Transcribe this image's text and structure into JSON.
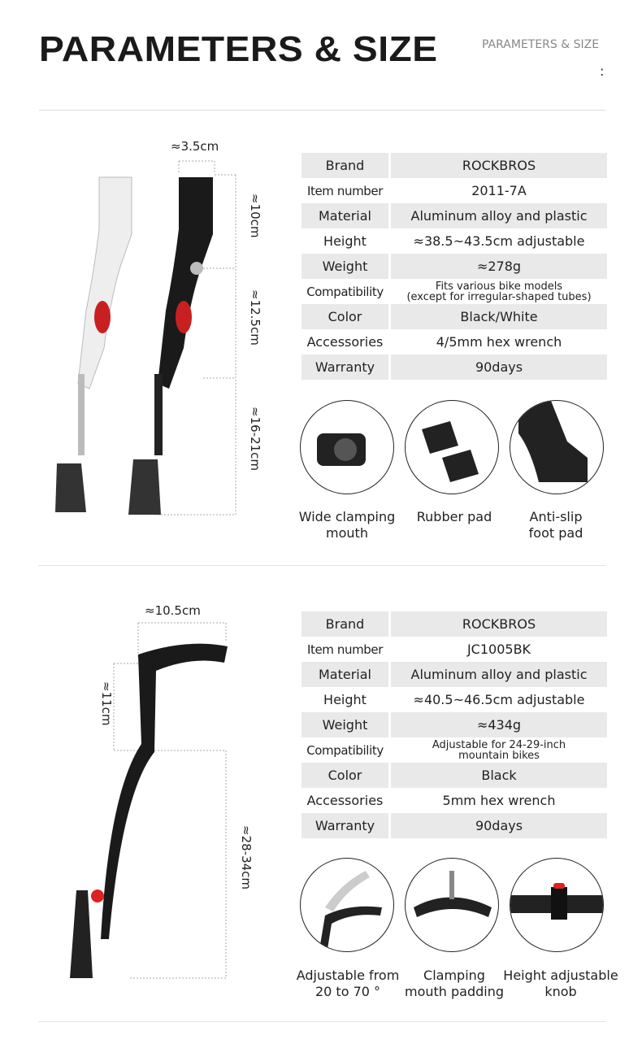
{
  "header": {
    "title": "PARAMETERS & SIZE",
    "subtitle": "PARAMETERS & SIZE",
    "mark": ":"
  },
  "products": [
    {
      "dimensions": {
        "width": "≈3.5cm",
        "top": "≈10cm",
        "middle": "≈12.5cm",
        "bottom": "≈16-21cm"
      },
      "specs": [
        {
          "key": "Brand",
          "value": "ROCKBROS"
        },
        {
          "key": "Item number",
          "value": "2011-7A"
        },
        {
          "key": "Material",
          "value": "Aluminum alloy and plastic"
        },
        {
          "key": "Height",
          "value": "≈38.5~43.5cm adjustable"
        },
        {
          "key": "Weight",
          "value": "≈278g"
        },
        {
          "key": "Compatibility",
          "value": "Fits various bike models",
          "value2": "(except for irregular-shaped tubes)"
        },
        {
          "key": "Color",
          "value": "Black/White"
        },
        {
          "key": "Accessories",
          "value": "4/5mm hex wrench"
        },
        {
          "key": "Warranty",
          "value": "90days"
        }
      ],
      "features": [
        {
          "l1": "Wide clamping",
          "l2": "mouth"
        },
        {
          "l1": "Rubber pad",
          "l2": ""
        },
        {
          "l1": "Anti-slip",
          "l2": "foot pad"
        }
      ]
    },
    {
      "dimensions": {
        "width": "≈10.5cm",
        "top": "≈11cm",
        "bottom": "≈28-34cm"
      },
      "specs": [
        {
          "key": "Brand",
          "value": "ROCKBROS"
        },
        {
          "key": "Item number",
          "value": "JC1005BK"
        },
        {
          "key": "Material",
          "value": "Aluminum alloy and plastic"
        },
        {
          "key": "Height",
          "value": "≈40.5~46.5cm adjustable"
        },
        {
          "key": "Weight",
          "value": "≈434g"
        },
        {
          "key": "Compatibility",
          "value": "Adjustable for 24-29-inch",
          "value2": "mountain bikes"
        },
        {
          "key": "Color",
          "value": "Black"
        },
        {
          "key": "Accessories",
          "value": "5mm hex wrench"
        },
        {
          "key": "Warranty",
          "value": "90days"
        }
      ],
      "features": [
        {
          "l1": "Adjustable from",
          "l2": "20 to 70 °"
        },
        {
          "l1": "Clamping",
          "l2": "mouth padding"
        },
        {
          "l1": "Height adjustable",
          "l2": "knob"
        }
      ]
    }
  ]
}
